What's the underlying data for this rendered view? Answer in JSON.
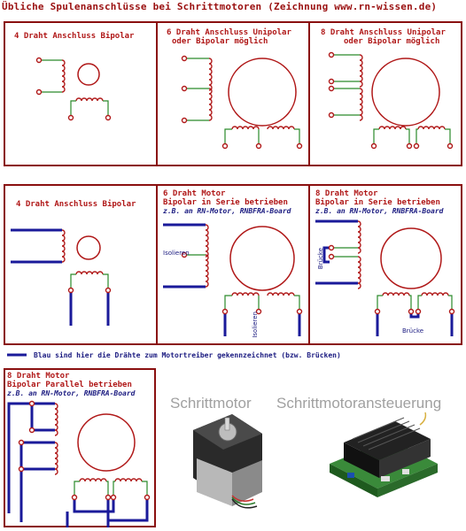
{
  "title": "Übliche Spulenanschlüsse bei Schrittmotoren   (Zeichnung www.rn-wissen.de)",
  "panels": {
    "p1": {
      "line1": "4 Draht Anschluss Bipolar"
    },
    "p2": {
      "line1": "6 Draht Anschluss Unipolar",
      "line2": "oder Bipolar möglich"
    },
    "p3": {
      "line1": "8 Draht Anschluss Unipolar",
      "line2": "oder Bipolar möglich"
    },
    "p4": {
      "line1": "4 Draht Anschluss Bipolar"
    },
    "p5": {
      "line1": "6 Draht Motor",
      "line2": "Bipolar in Serie betrieben",
      "line3": "z.B. an RN-Motor, RNBFRA-Board"
    },
    "p6": {
      "line1": "8 Draht Motor",
      "line2": "Bipolar in Serie betrieben",
      "line3": "z.B. an RN-Motor, RNBFRA-Board"
    },
    "p7": {
      "line1": "8 Draht Motor",
      "line2": "Bipolar Parallel betrieben",
      "line3": "z.B. an RN-Motor, RNBFRA-Board"
    }
  },
  "annotations": {
    "isolieren_1": "Isolieren",
    "isolieren_2": "Isolieren",
    "bruecke_1": "Brücke",
    "bruecke_2": "Brücke"
  },
  "legend": "Blau sind hier die Drähte zum Motortreiber gekennzeichnet (bzw. Brücken)",
  "photos": {
    "motor_label": "Schrittmotor",
    "driver_label": "Schrittmotoransteuerung"
  },
  "colors": {
    "frame": "#8a1010",
    "coil": "#b01818",
    "wire": "#2a8a2a",
    "driver_wire": "#1a1a9a"
  }
}
